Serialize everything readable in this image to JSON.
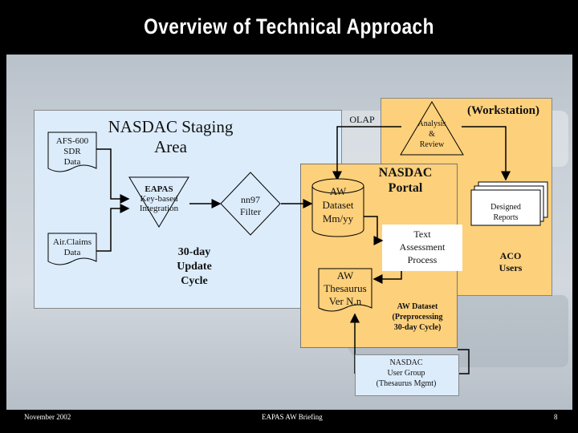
{
  "title": "Overview of Technical Approach",
  "staging_area": {
    "heading": "NASDAC Staging Area",
    "afs_label": [
      "AFS-600",
      "SDR",
      "Data"
    ],
    "airclaims_label": [
      "Air.Claims",
      "Data"
    ],
    "eapas_label": [
      "EAPAS",
      "Key-based",
      "Integration"
    ],
    "filter_label": [
      "nn97",
      "Filter"
    ],
    "update_cycle": [
      "30-day",
      "Update",
      "Cycle"
    ]
  },
  "portal": {
    "olap": "OLAP",
    "analysis": [
      "Analysis",
      "&",
      "Review"
    ],
    "workstation": "(Workstation)",
    "heading": [
      "NASDAC",
      "Portal"
    ],
    "aw_dataset": [
      "AW",
      "Dataset",
      "Mm/yy"
    ],
    "aw_thesaurus": [
      "AW",
      "Thesaurus",
      "Ver N.n"
    ],
    "text_assessment": [
      "Text",
      "Assessment",
      "Process"
    ],
    "designed_reports": [
      "Designed",
      "Reports"
    ],
    "aco_users": [
      "ACO",
      "Users"
    ],
    "aw_dataset_note": [
      "AW Dataset",
      "(Preprocessing",
      "30-day Cycle)"
    ],
    "user_group": [
      "NASDAC",
      "User Group",
      "(Thesaurus Mgmt)"
    ]
  },
  "footer": {
    "date": "November 2002",
    "center": "EAPAS AW Briefing",
    "page": "8"
  }
}
